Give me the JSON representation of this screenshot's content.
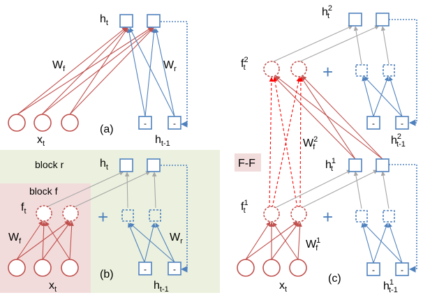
{
  "colors": {
    "red": "#c0504d",
    "red_dash": "#ff0000",
    "blue": "#4f81bd",
    "gray": "#a6a6a6",
    "pink_bg": "#f2dcdb",
    "green_bg": "#ebf1de"
  },
  "panel_a": {
    "label": "(a)",
    "h_t": {
      "base": "h",
      "sub": "t"
    },
    "w_f": {
      "base": "W",
      "sub": "f"
    },
    "w_r": {
      "base": "W",
      "sub": "r"
    },
    "x_t": {
      "base": "x",
      "sub": "t"
    },
    "h_prev": {
      "base": "h",
      "sub": "t-1"
    },
    "minus": "-"
  },
  "panel_b": {
    "label": "(b)",
    "block_r": "block r",
    "block_f": "block f",
    "h_t": {
      "base": "h",
      "sub": "t"
    },
    "f_t": {
      "base": "f",
      "sub": "t"
    },
    "w_f": {
      "base": "W",
      "sub": "f"
    },
    "w_r": {
      "base": "W",
      "sub": "r"
    },
    "x_t": {
      "base": "x",
      "sub": "t"
    },
    "h_prev": {
      "base": "h",
      "sub": "t-1"
    },
    "plus": "+",
    "minus": "-"
  },
  "panel_c": {
    "label": "(c)",
    "ff_label": "F-F",
    "h2": {
      "base": "h",
      "sub": "t",
      "sup": "2"
    },
    "f2": {
      "base": "f",
      "sub": "t",
      "sup": "2"
    },
    "w2": {
      "base": "W",
      "sub": "f",
      "sup": "2"
    },
    "h2_prev": {
      "base": "h",
      "sub": "t-1",
      "sup": "2"
    },
    "h1": {
      "base": "h",
      "sub": "t",
      "sup": "1"
    },
    "f1": {
      "base": "f",
      "sub": "t",
      "sup": "1"
    },
    "w1": {
      "base": "W",
      "sub": "f",
      "sup": "1"
    },
    "x_t": {
      "base": "x",
      "sub": "t"
    },
    "h1_prev": {
      "base": "h",
      "sub": "t-1",
      "sup": "1"
    },
    "plus": "+",
    "minus": "-"
  }
}
